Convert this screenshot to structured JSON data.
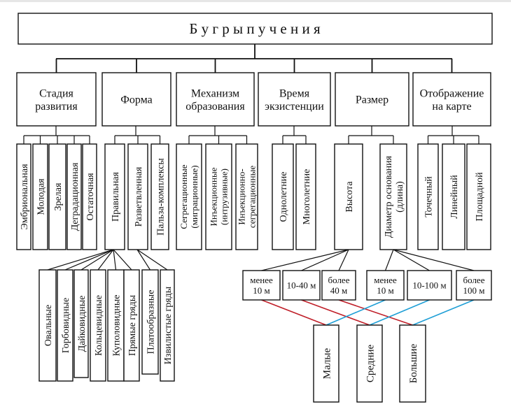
{
  "title": "Б у г р ы   п у ч е н и я",
  "categories": [
    {
      "id": "stage",
      "lines": [
        "Стадия",
        "развития"
      ]
    },
    {
      "id": "form",
      "lines": [
        "Форма"
      ]
    },
    {
      "id": "mechanism",
      "lines": [
        "Механизм",
        "образования"
      ]
    },
    {
      "id": "time",
      "lines": [
        "Время",
        "экзистенции"
      ]
    },
    {
      "id": "size",
      "lines": [
        "Размер"
      ]
    },
    {
      "id": "map",
      "lines": [
        "Отображение",
        "на карте"
      ]
    }
  ],
  "stage_items": [
    "Эмбриональная",
    "Молодая",
    "Зрелая",
    "Деградационная",
    "Остаточная"
  ],
  "form_items": [
    "Правильная",
    "Разветвленная",
    "Пальза-комплексы"
  ],
  "mechanism_items": [
    [
      "Сегрегационные",
      "(миграционные)"
    ],
    [
      "Инъекционные",
      "(интрузивные)"
    ],
    [
      "Инъекционно-",
      "сегрегационные"
    ]
  ],
  "time_items": [
    "Однолетние",
    "Многолетние"
  ],
  "size_items": [
    [
      "Высота"
    ],
    [
      "Диаметр основания",
      "(длина)"
    ]
  ],
  "map_items": [
    "Точечный",
    "Линейный",
    "Площадной"
  ],
  "form_shapes": [
    "Овальные",
    "Горбовидные",
    "Дайковидные",
    "Кольцевидные",
    "Куполовидные",
    "Прямые гряды",
    "Платообразные",
    "Извилистые гряды"
  ],
  "height_ranges": [
    [
      "менее",
      "10 м"
    ],
    [
      "10-40 м"
    ],
    [
      "более",
      "40 м"
    ]
  ],
  "diameter_ranges": [
    [
      "менее",
      "10 м"
    ],
    [
      "10-100 м"
    ],
    [
      "более",
      "100 м"
    ]
  ],
  "size_classes": [
    "Малые",
    "Средние",
    "Большие"
  ],
  "colors": {
    "height_links": "#c0202a",
    "diameter_links": "#1f9fd6",
    "ink": "#111111"
  }
}
